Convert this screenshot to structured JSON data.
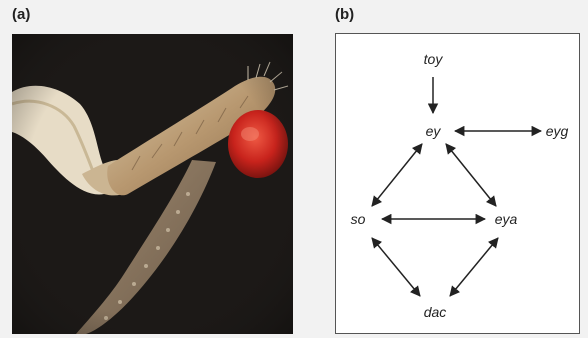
{
  "panels": {
    "a_label": "(a)",
    "b_label": "(b)"
  },
  "photo": {
    "description_icon": "fly-leg-with-ectopic-eye"
  },
  "diagram": {
    "nodes": {
      "toy": "toy",
      "ey": "ey",
      "eyg": "eyg",
      "so": "so",
      "eya": "eya",
      "dac": "dac"
    },
    "edges": [
      {
        "from": "toy",
        "to": "ey",
        "direction": "one-way"
      },
      {
        "from": "ey",
        "to": "eyg",
        "direction": "two-way"
      },
      {
        "from": "ey",
        "to": "so",
        "direction": "two-way"
      },
      {
        "from": "ey",
        "to": "eya",
        "direction": "two-way"
      },
      {
        "from": "so",
        "to": "eya",
        "direction": "two-way"
      },
      {
        "from": "so",
        "to": "dac",
        "direction": "two-way"
      },
      {
        "from": "eya",
        "to": "dac",
        "direction": "two-way"
      }
    ]
  },
  "colors": {
    "photo_background": "#1c1917",
    "ectopic_eye": "#c8231c",
    "arrow": "#222222"
  }
}
